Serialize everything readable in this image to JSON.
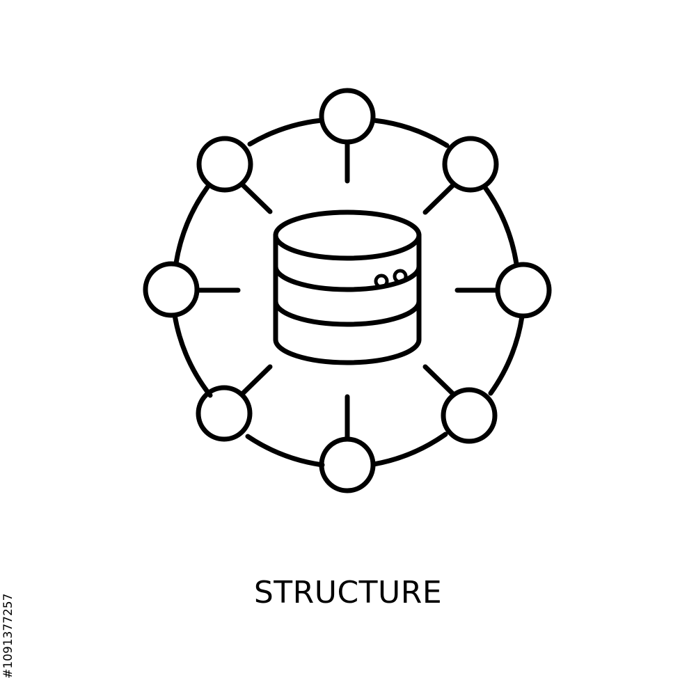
{
  "caption": "STRUCTURE",
  "stock_id": "#1091377257",
  "icon": {
    "name": "database-network-icon",
    "center": "database-icon",
    "node_count": 8
  },
  "colors": {
    "background": "#ffffff",
    "stroke": "#000000"
  }
}
